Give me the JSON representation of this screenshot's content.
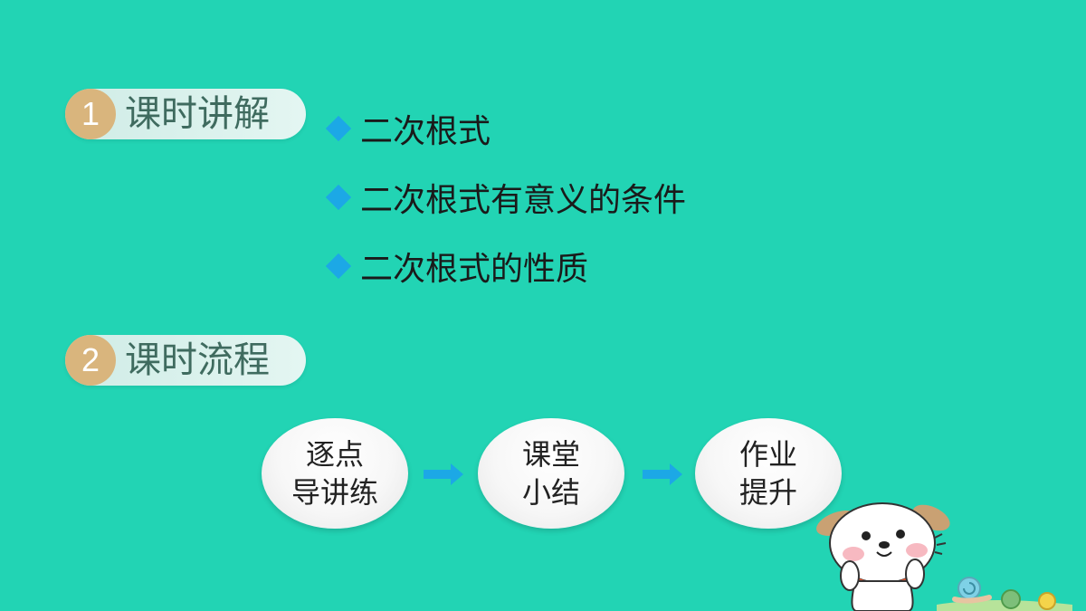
{
  "sections": [
    {
      "number": "1",
      "title": "课时讲解"
    },
    {
      "number": "2",
      "title": "课时流程"
    }
  ],
  "bullets": [
    "二次根式",
    "二次根式有意义的条件",
    "二次根式的性质"
  ],
  "flow": [
    {
      "line1": "逐点",
      "line2": "导讲练"
    },
    {
      "line1": "课堂",
      "line2": "小结"
    },
    {
      "line1": "作业",
      "line2": "提升"
    }
  ],
  "colors": {
    "background": "#22d4b4",
    "number_circle": "#d9b57d",
    "bullet_diamond": "#1ca8e6",
    "arrow": "#1ca8e6"
  },
  "icons": [
    "diamond-bullet-icon",
    "right-arrow-icon",
    "cartoon-dog-illustration"
  ]
}
